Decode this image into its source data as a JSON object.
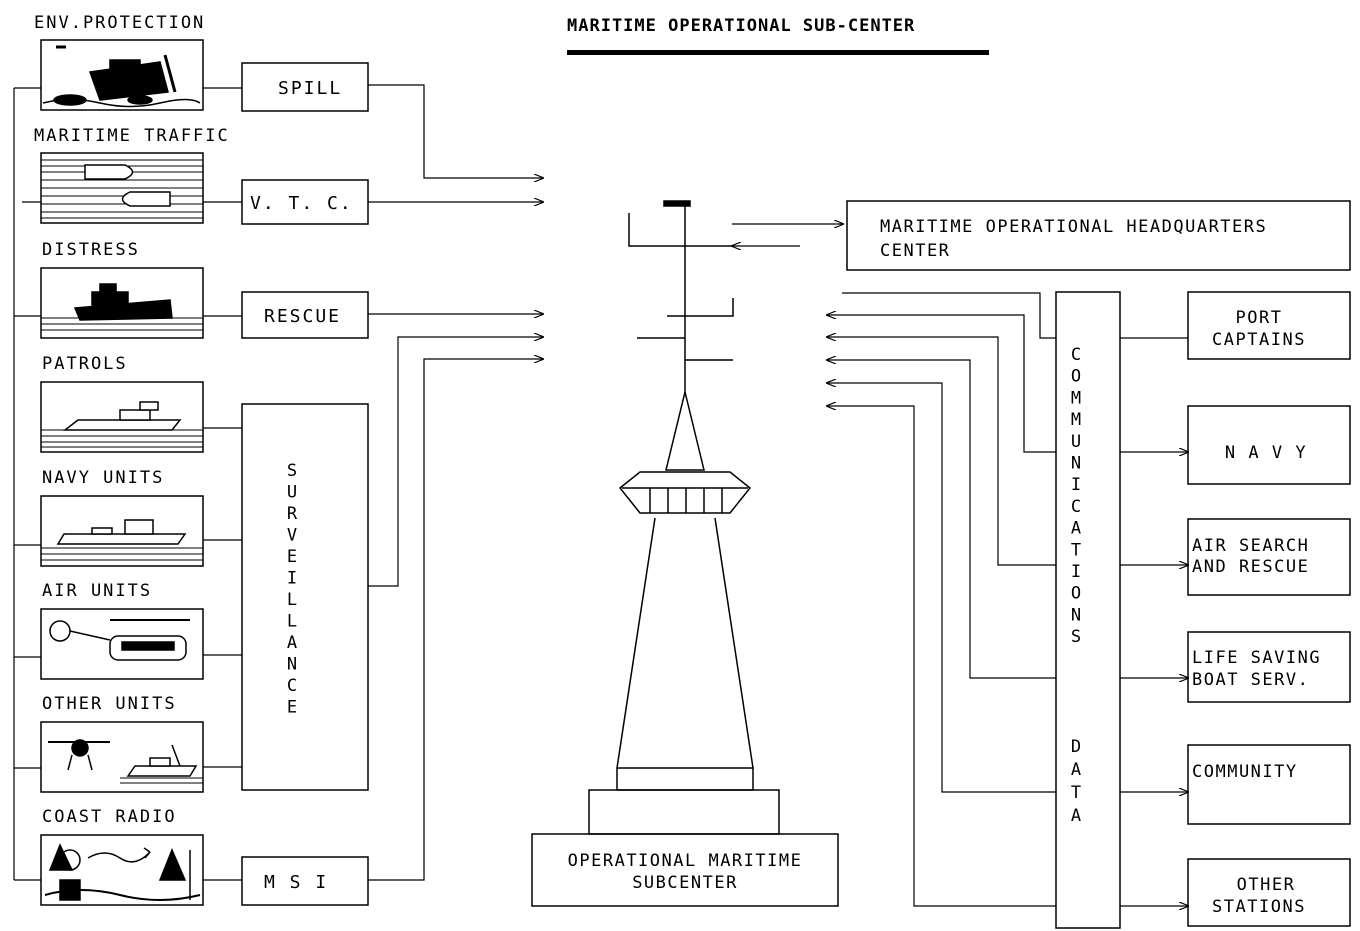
{
  "title": "MARITIME OPERATIONAL SUB-CENTER",
  "sources": [
    {
      "label": "ENV.PROTECTION",
      "icon": "sinking-ship-icon"
    },
    {
      "label": "MARITIME TRAFFIC",
      "icon": "vessel-traffic-icon"
    },
    {
      "label": "DISTRESS",
      "icon": "distressed-ship-icon"
    },
    {
      "label": "PATROLS",
      "icon": "patrol-boat-icon"
    },
    {
      "label": "NAVY UNITS",
      "icon": "navy-ship-icon"
    },
    {
      "label": "AIR UNITS",
      "icon": "helicopter-icon"
    },
    {
      "label": "OTHER UNITS",
      "icon": "plane-and-boat-icon"
    },
    {
      "label": "COAST RADIO",
      "icon": "radio-antenna-icon"
    }
  ],
  "processes": {
    "spill": "SPILL",
    "vtc": "V. T. C.",
    "rescue": "RESCUE",
    "surveillance": "SURVEILLANCE",
    "msi": "M S I"
  },
  "center": {
    "headquarters_line1": "MARITIME OPERATIONAL HEADQUARTERS",
    "headquarters_line2": "CENTER",
    "subcenter_line1": "OPERATIONAL MARITIME",
    "subcenter_line2": "SUBCENTER",
    "comms_data_1": "COMMUNICATIONS",
    "comms_data_2": "DATA"
  },
  "destinations": [
    {
      "line1": "PORT",
      "line2": "CAPTAINS"
    },
    {
      "line1": "N A V Y",
      "line2": ""
    },
    {
      "line1": "AIR SEARCH",
      "line2": "AND RESCUE"
    },
    {
      "line1": "LIFE SAVING",
      "line2": "BOAT SERV."
    },
    {
      "line1": "COMMUNITY",
      "line2": ""
    },
    {
      "line1": "OTHER",
      "line2": "STATIONS"
    }
  ]
}
